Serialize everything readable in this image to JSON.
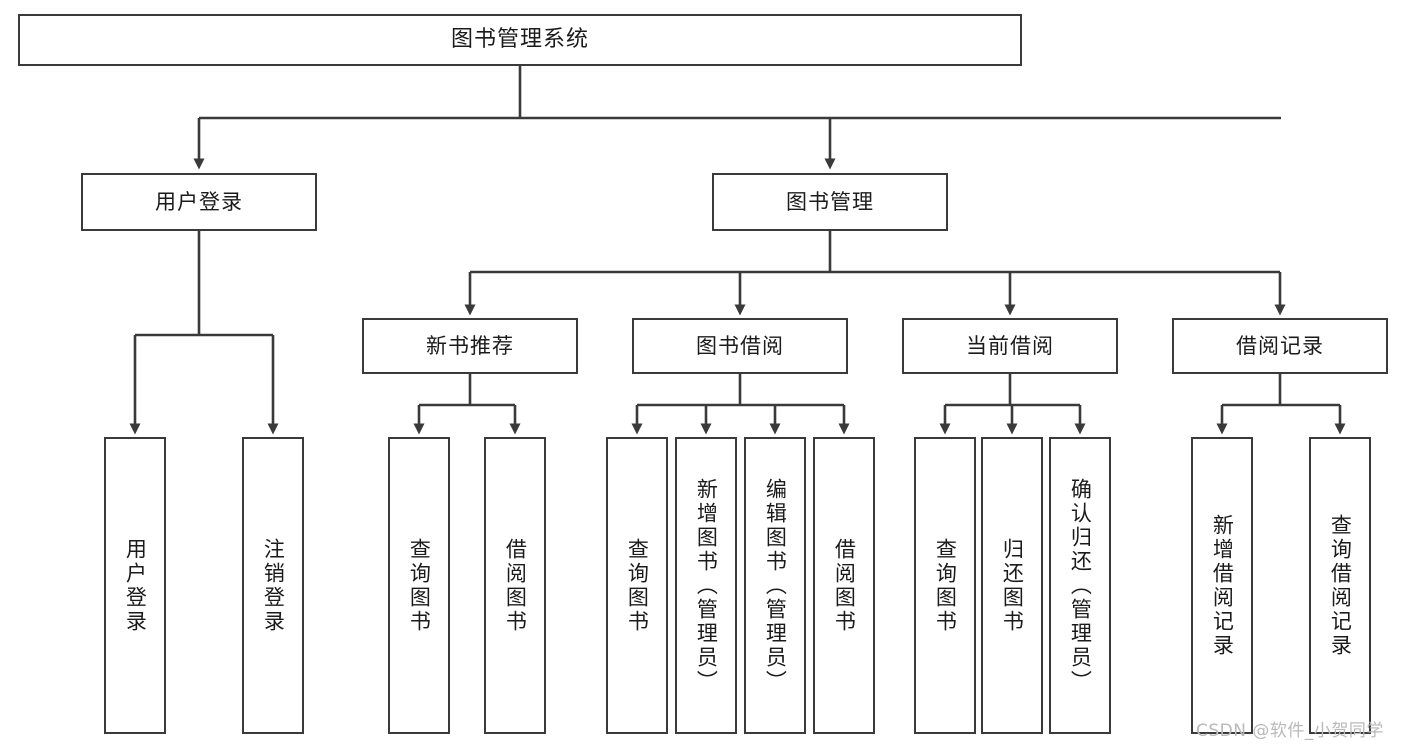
{
  "diagram": {
    "type": "tree",
    "title": "图书管理系统",
    "watermark": "CSDN @软件_小贺同学",
    "theme": {
      "background": "#ffffff",
      "node_border": "#3a3a3a",
      "node_fill": "#ffffff",
      "connector": "#3a3a3a",
      "text": "#1b1b1b",
      "watermark": "#b9b9b9"
    },
    "levels": {
      "root": {
        "label": "图书管理系统"
      },
      "level2": [
        {
          "label": "用户登录"
        },
        {
          "label": "图书管理"
        }
      ],
      "level3": [
        {
          "label": "新书推荐"
        },
        {
          "label": "图书借阅"
        },
        {
          "label": "当前借阅"
        },
        {
          "label": "借阅记录"
        }
      ],
      "leaves": {
        "user_login": [
          {
            "label": "用户登录"
          },
          {
            "label": "注销登录"
          }
        ],
        "new_book_recommend": [
          {
            "label": "查询图书"
          },
          {
            "label": "借阅图书"
          }
        ],
        "book_borrow": [
          {
            "label": "查询图书"
          },
          {
            "label": "新增图书（管理员）"
          },
          {
            "label": "编辑图书（管理员）"
          },
          {
            "label": "借阅图书"
          }
        ],
        "current_borrow": [
          {
            "label": "查询图书"
          },
          {
            "label": "归还图书"
          },
          {
            "label": "确认归还（管理员）"
          }
        ],
        "borrow_record": [
          {
            "label": "新增借阅记录"
          },
          {
            "label": "查询借阅记录"
          }
        ]
      }
    }
  }
}
